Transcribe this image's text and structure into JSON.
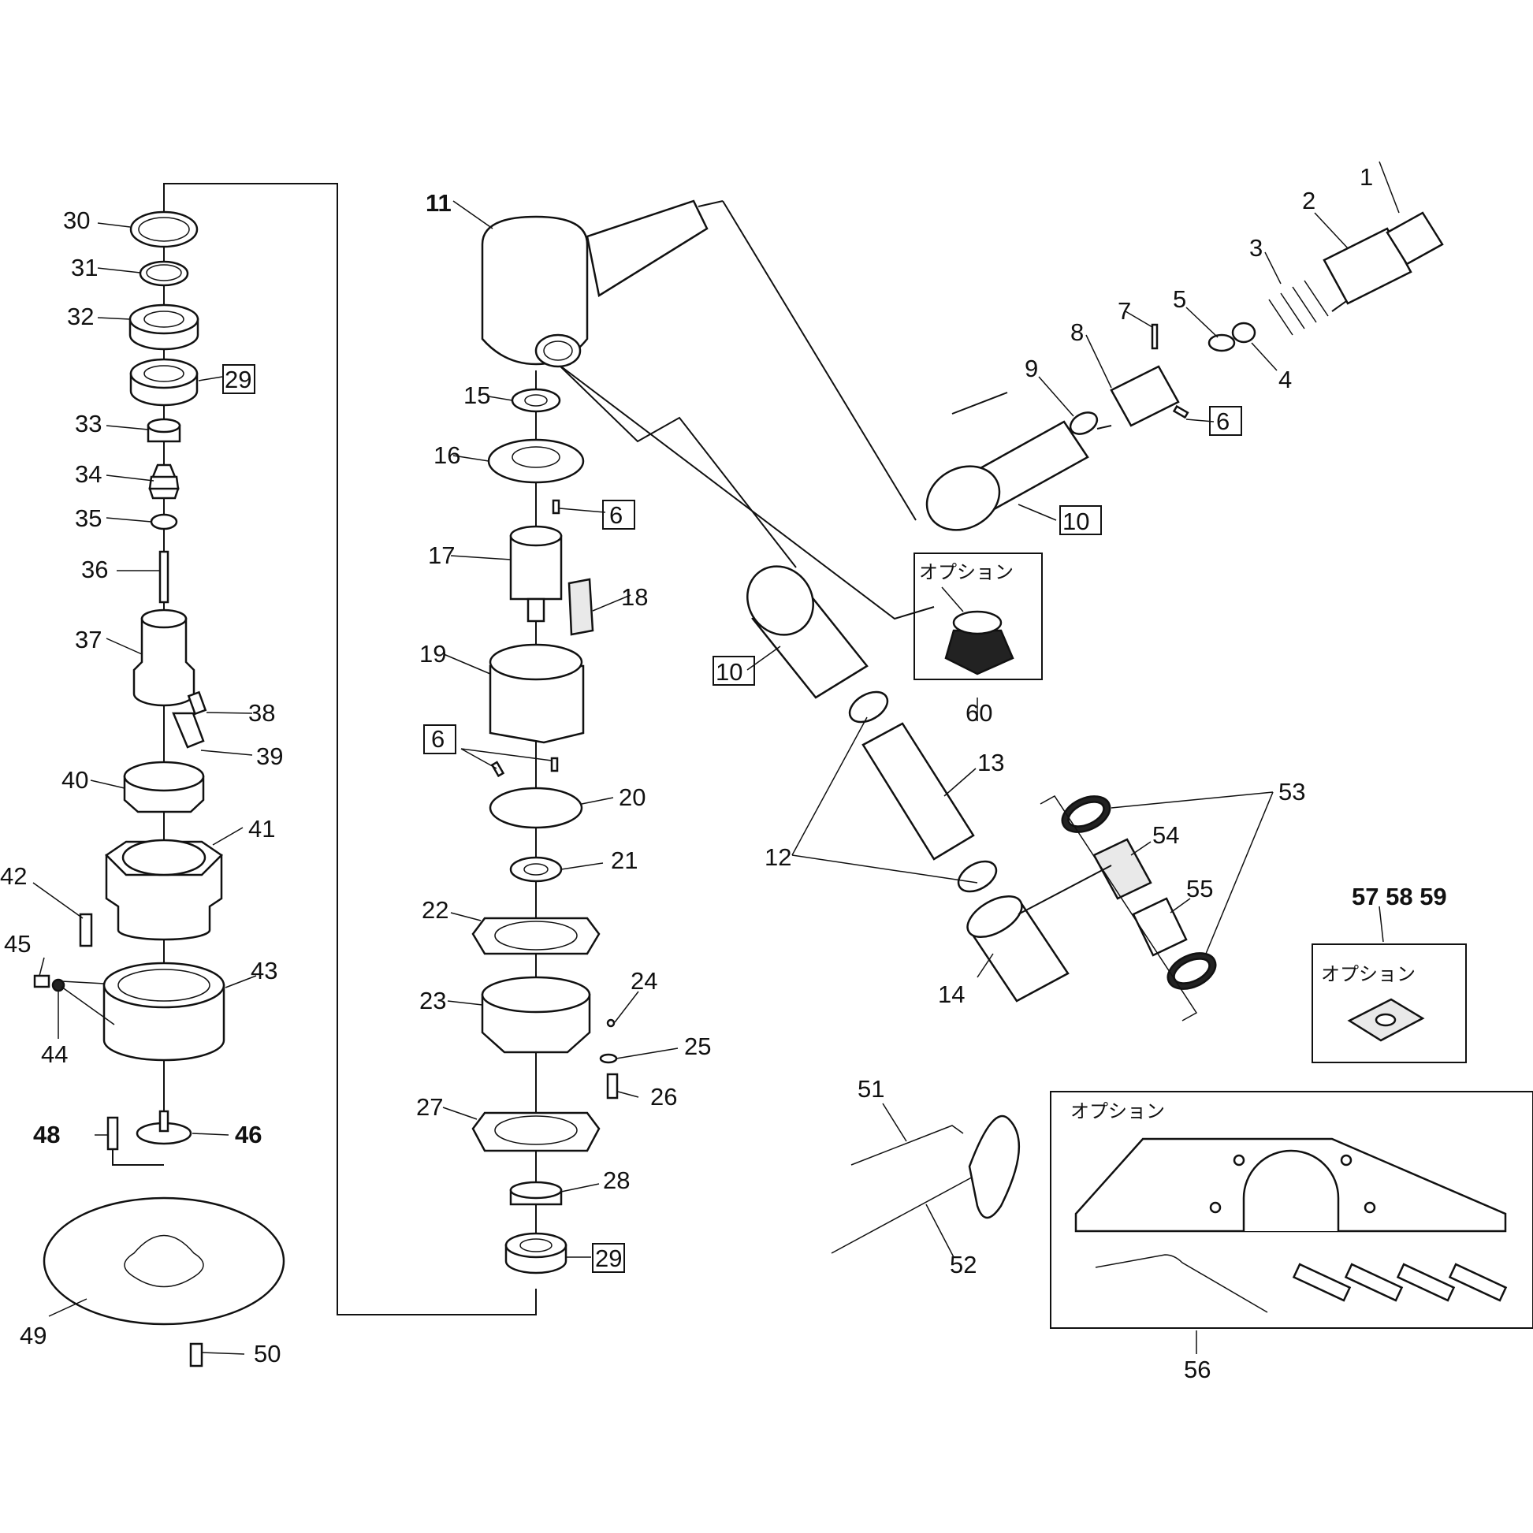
{
  "labels": {
    "p1": "1",
    "p2": "2",
    "p3": "3",
    "p4": "4",
    "p5": "5",
    "p7": "7",
    "p8": "8",
    "p9": "9",
    "p10": "10",
    "p11": "11",
    "p12": "12",
    "p13": "13",
    "p14": "14",
    "p15": "15",
    "p16": "16",
    "p17": "17",
    "p18": "18",
    "p19": "19",
    "p20": "20",
    "p21": "21",
    "p22": "22",
    "p23": "23",
    "p24": "24",
    "p25": "25",
    "p26": "26",
    "p27": "27",
    "p28": "28",
    "p29": "29",
    "p30": "30",
    "p31": "31",
    "p32": "32",
    "p33": "33",
    "p34": "34",
    "p35": "35",
    "p36": "36",
    "p37": "37",
    "p38": "38",
    "p39": "39",
    "p40": "40",
    "p41": "41",
    "p42": "42",
    "p43": "43",
    "p44": "44",
    "p45": "45",
    "p46": "46",
    "p48": "48",
    "p49": "49",
    "p50": "50",
    "p51": "51",
    "p52": "52",
    "p53": "53",
    "p54": "54",
    "p55": "55",
    "p56": "56",
    "p60": "60",
    "p6": "6",
    "p575859": "57 58 59"
  },
  "option_label": "オプション"
}
